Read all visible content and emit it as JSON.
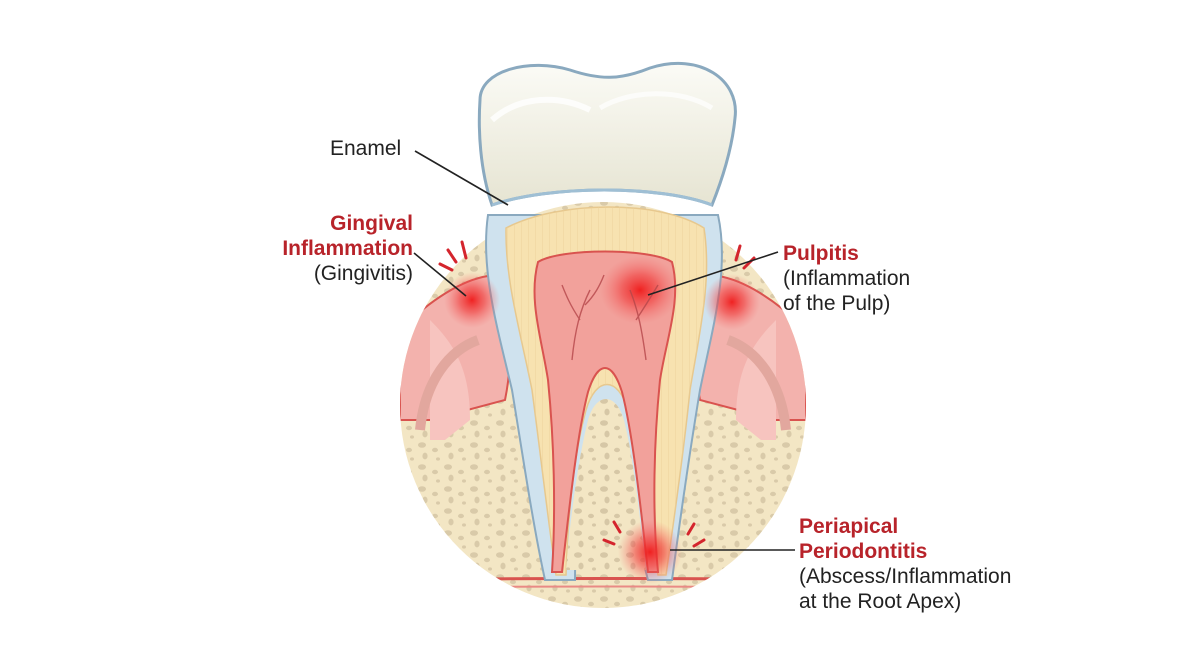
{
  "labels": {
    "enamel": "Enamel",
    "gingival": {
      "title_line1": "Gingival",
      "title_line2": "Inflammation",
      "subtitle": "(Gingivitis)"
    },
    "pulpitis": {
      "title": "Pulpitis",
      "subtitle_line1": "(Inflammation",
      "subtitle_line2": "of the Pulp)"
    },
    "periapical": {
      "title_line1": "Periapical",
      "title_line2": "Periodontitis",
      "subtitle_line1": "(Abscess/Inflammation",
      "subtitle_line2": "at the Root Apex)"
    }
  },
  "colors": {
    "label_text": "#222222",
    "inflammation_label": "#b8232a",
    "enamel": "#f2f0e1",
    "dentin": "#f7e2b0",
    "pulp": "#f0807a",
    "gum": "#f3b2ad",
    "bone": "#f3e6c4",
    "bone_pore": "#d6c7a6",
    "inflammation": "#ef2020"
  }
}
